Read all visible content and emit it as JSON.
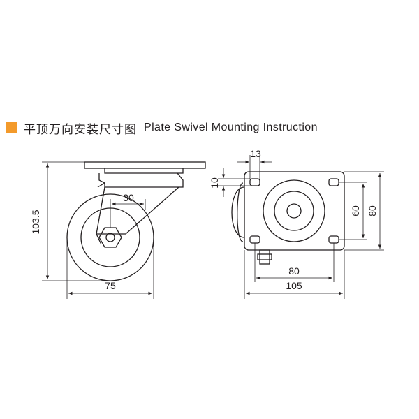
{
  "header": {
    "marker_color": "#f39a2b",
    "title_cn": "平顶万向安装尺寸图",
    "title_en": "Plate Swivel Mounting Instruction"
  },
  "side_view": {
    "height_dim": "103.5",
    "width_dim": "75",
    "offset_dim": "30"
  },
  "top_view": {
    "hole_dim": "13",
    "edge_dim": "10",
    "hole_spacing_v": "60",
    "plate_length": "80",
    "hole_spacing_h": "80",
    "plate_width": "105"
  }
}
